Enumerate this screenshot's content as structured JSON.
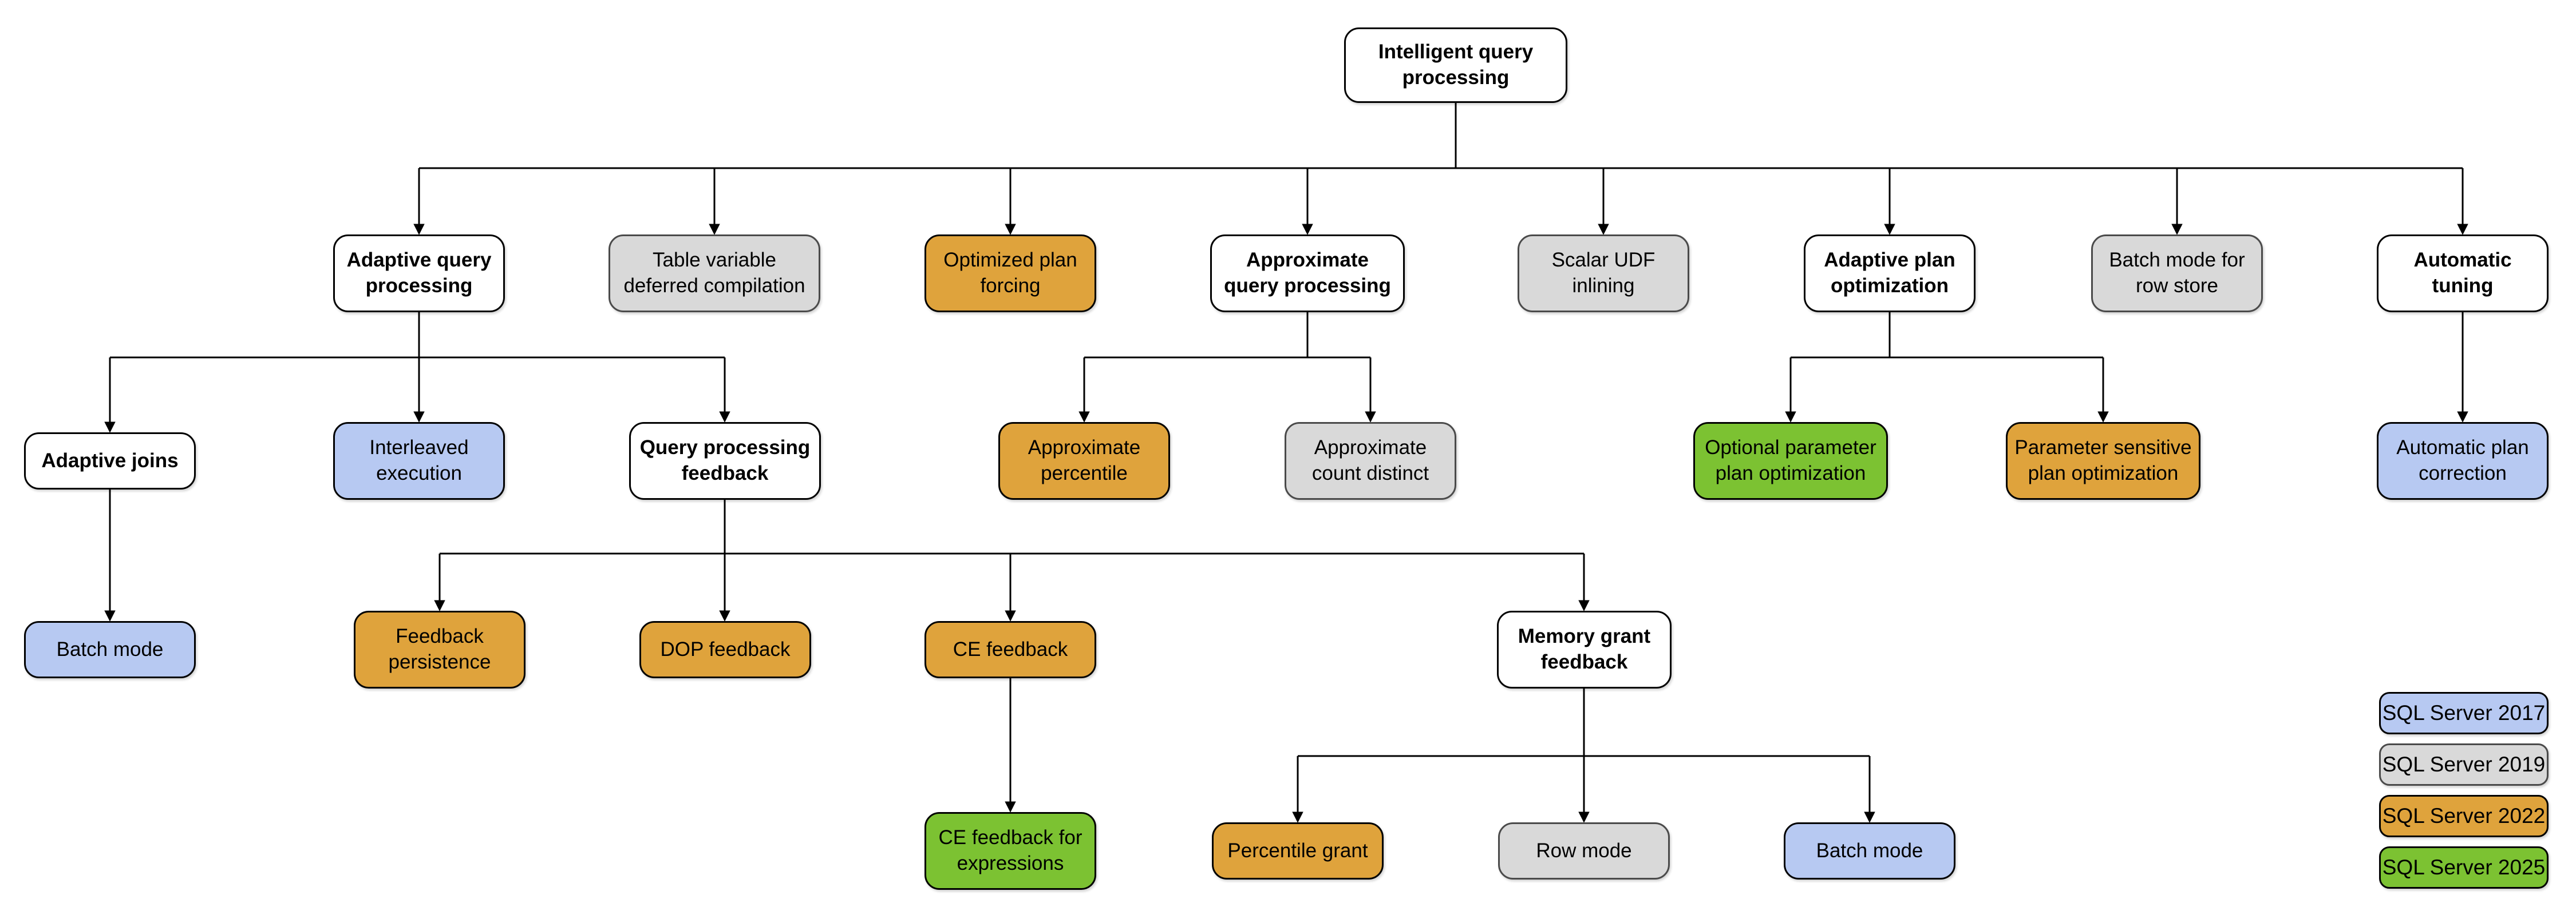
{
  "colors": {
    "white": "#FFFFFF",
    "blue": "#B7C9F2",
    "gray": "#D9D9D9",
    "gold": "#DFA33C",
    "green": "#7CC232",
    "line": "#000000"
  },
  "nodes": [
    {
      "id": "intelligent-query-processing",
      "label": "Intelligent query\nprocessing",
      "category": "heading"
    },
    {
      "id": "adaptive-query-processing",
      "label": "Adaptive query\nprocessing",
      "category": "heading"
    },
    {
      "id": "table-variable-deferred-compilation",
      "label": "Table variable\ndeferred compilation",
      "version": "SQL Server 2019"
    },
    {
      "id": "optimized-plan-forcing",
      "label": "Optimized plan\nforcing",
      "version": "SQL Server 2022"
    },
    {
      "id": "approximate-query-processing",
      "label": "Approximate\nquery processing",
      "category": "heading"
    },
    {
      "id": "scalar-udf-inlining",
      "label": "Scalar UDF\ninlining",
      "version": "SQL Server 2019"
    },
    {
      "id": "adaptive-plan-optimization",
      "label": "Adaptive plan\noptimization",
      "category": "heading"
    },
    {
      "id": "batch-mode-for-row-store",
      "label": "Batch mode for\nrow store",
      "version": "SQL Server 2019"
    },
    {
      "id": "automatic-tuning",
      "label": "Automatic\ntuning",
      "category": "heading"
    },
    {
      "id": "adaptive-joins",
      "label": "Adaptive joins",
      "category": "heading"
    },
    {
      "id": "interleaved-execution",
      "label": "Interleaved\nexecution",
      "version": "SQL Server 2017"
    },
    {
      "id": "query-processing-feedback",
      "label": "Query processing\nfeedback",
      "category": "heading"
    },
    {
      "id": "approximate-percentile",
      "label": "Approximate\npercentile",
      "version": "SQL Server 2022"
    },
    {
      "id": "approximate-count-distinct",
      "label": "Approximate\ncount distinct",
      "version": "SQL Server 2019"
    },
    {
      "id": "optional-parameter-plan-optimization",
      "label": "Optional parameter\nplan optimization",
      "version": "SQL Server 2025"
    },
    {
      "id": "parameter-sensitive-plan-optimization",
      "label": "Parameter sensitive\nplan optimization",
      "version": "SQL Server 2022"
    },
    {
      "id": "automatic-plan-correction",
      "label": "Automatic plan\ncorrection",
      "version": "SQL Server 2017"
    },
    {
      "id": "batch-mode-under-adaptive-joins",
      "label": "Batch mode",
      "version": "SQL Server 2017"
    },
    {
      "id": "feedback-persistence",
      "label": "Feedback\npersistence",
      "version": "SQL Server 2022"
    },
    {
      "id": "dop-feedback",
      "label": "DOP feedback",
      "version": "SQL Server 2022"
    },
    {
      "id": "ce-feedback",
      "label": "CE feedback",
      "version": "SQL Server 2022"
    },
    {
      "id": "memory-grant-feedback",
      "label": "Memory grant\nfeedback",
      "category": "heading"
    },
    {
      "id": "ce-feedback-for-expressions",
      "label": "CE feedback for\nexpressions",
      "version": "SQL Server 2025"
    },
    {
      "id": "percentile-grant",
      "label": "Percentile grant",
      "version": "SQL Server 2022"
    },
    {
      "id": "row-mode",
      "label": "Row mode",
      "version": "SQL Server 2019"
    },
    {
      "id": "batch-mode-under-memory-grant",
      "label": "Batch mode",
      "version": "SQL Server 2017"
    }
  ],
  "edges": [
    {
      "from": "intelligent-query-processing",
      "to": "adaptive-query-processing"
    },
    {
      "from": "intelligent-query-processing",
      "to": "table-variable-deferred-compilation"
    },
    {
      "from": "intelligent-query-processing",
      "to": "optimized-plan-forcing"
    },
    {
      "from": "intelligent-query-processing",
      "to": "approximate-query-processing"
    },
    {
      "from": "intelligent-query-processing",
      "to": "scalar-udf-inlining"
    },
    {
      "from": "intelligent-query-processing",
      "to": "adaptive-plan-optimization"
    },
    {
      "from": "intelligent-query-processing",
      "to": "batch-mode-for-row-store"
    },
    {
      "from": "intelligent-query-processing",
      "to": "automatic-tuning"
    },
    {
      "from": "adaptive-query-processing",
      "to": "adaptive-joins"
    },
    {
      "from": "adaptive-query-processing",
      "to": "interleaved-execution"
    },
    {
      "from": "adaptive-query-processing",
      "to": "query-processing-feedback"
    },
    {
      "from": "approximate-query-processing",
      "to": "approximate-percentile"
    },
    {
      "from": "approximate-query-processing",
      "to": "approximate-count-distinct"
    },
    {
      "from": "adaptive-plan-optimization",
      "to": "optional-parameter-plan-optimization"
    },
    {
      "from": "adaptive-plan-optimization",
      "to": "parameter-sensitive-plan-optimization"
    },
    {
      "from": "automatic-tuning",
      "to": "automatic-plan-correction"
    },
    {
      "from": "adaptive-joins",
      "to": "batch-mode-under-adaptive-joins"
    },
    {
      "from": "query-processing-feedback",
      "to": "feedback-persistence"
    },
    {
      "from": "query-processing-feedback",
      "to": "dop-feedback"
    },
    {
      "from": "query-processing-feedback",
      "to": "ce-feedback"
    },
    {
      "from": "query-processing-feedback",
      "to": "memory-grant-feedback"
    },
    {
      "from": "ce-feedback",
      "to": "ce-feedback-for-expressions"
    },
    {
      "from": "memory-grant-feedback",
      "to": "percentile-grant"
    },
    {
      "from": "memory-grant-feedback",
      "to": "row-mode"
    },
    {
      "from": "memory-grant-feedback",
      "to": "batch-mode-under-memory-grant"
    }
  ],
  "legend": [
    {
      "label": "SQL Server 2017",
      "color": "#B7C9F2"
    },
    {
      "label": "SQL Server 2019",
      "color": "#D9D9D9"
    },
    {
      "label": "SQL Server 2022",
      "color": "#DFA33C"
    },
    {
      "label": "SQL Server 2025",
      "color": "#7CC232"
    }
  ]
}
